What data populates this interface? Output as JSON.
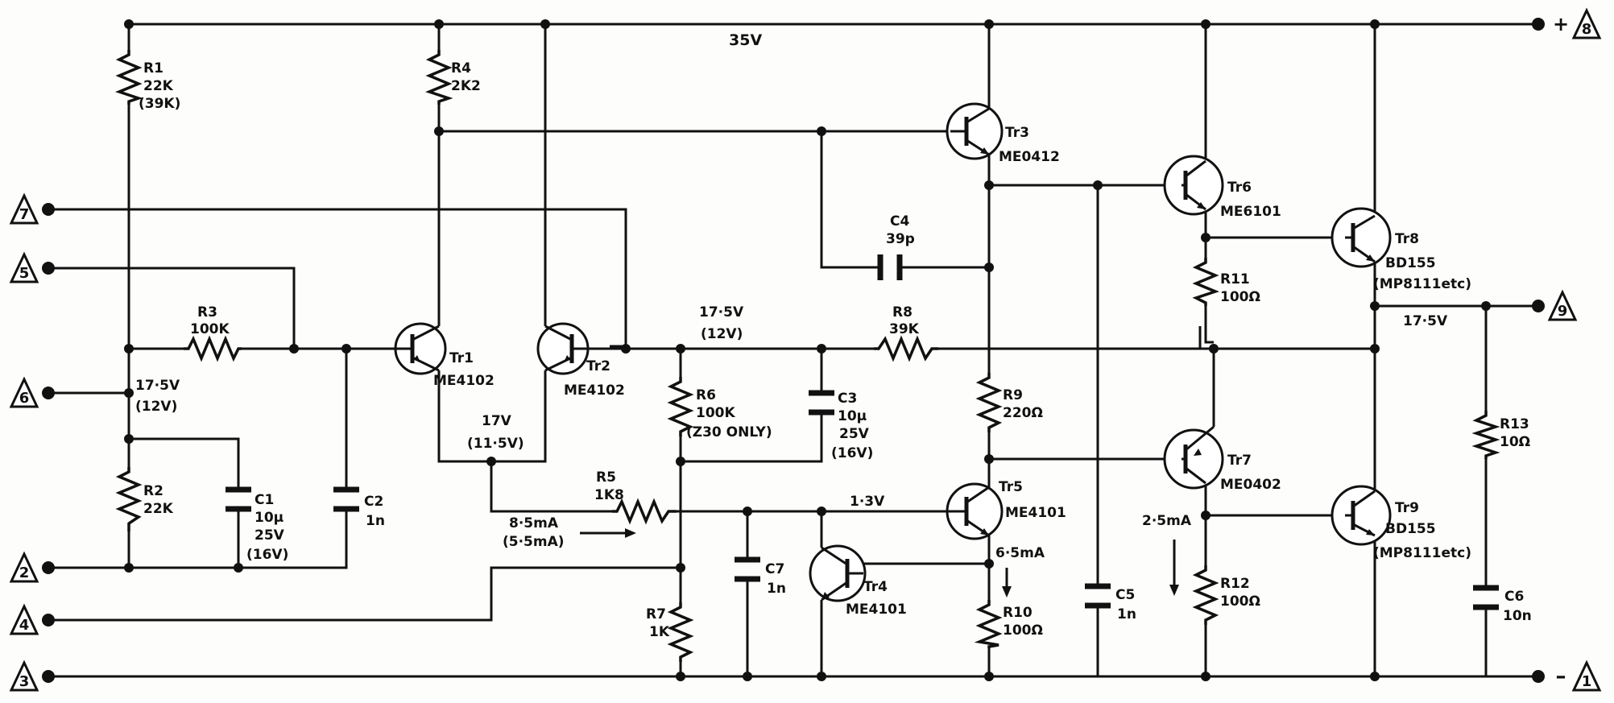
{
  "rail_voltage": "35V",
  "terminals": {
    "t8": {
      "number": "8",
      "sign": "+"
    },
    "t1": {
      "number": "1",
      "sign": "–"
    },
    "t9": {
      "number": "9"
    },
    "t7": {
      "number": "7"
    },
    "t5": {
      "number": "5"
    },
    "t6": {
      "number": "6"
    },
    "t2": {
      "number": "2"
    },
    "t4": {
      "number": "4"
    },
    "t3": {
      "number": "3"
    }
  },
  "resistors": {
    "R1": {
      "name": "R1",
      "value": "22K",
      "alt": "(39K)"
    },
    "R2": {
      "name": "R2",
      "value": "22K"
    },
    "R3": {
      "name": "R3",
      "value": "100K"
    },
    "R4": {
      "name": "R4",
      "value": "2K2"
    },
    "R5": {
      "name": "R5",
      "value": "1K8"
    },
    "R6": {
      "name": "R6",
      "value": "100K",
      "note": "(Z30 ONLY)"
    },
    "R7": {
      "name": "R7",
      "value": "1K"
    },
    "R8": {
      "name": "R8",
      "value": "39K"
    },
    "R9": {
      "name": "R9",
      "value": "220Ω"
    },
    "R10": {
      "name": "R10",
      "value": "100Ω"
    },
    "R11": {
      "name": "R11",
      "value": "100Ω"
    },
    "R12": {
      "name": "R12",
      "value": "100Ω"
    },
    "R13": {
      "name": "R13",
      "value": "10Ω"
    }
  },
  "capacitors": {
    "C1": {
      "name": "C1",
      "value": "10µ",
      "voltage": "25V",
      "alt": "(16V)"
    },
    "C2": {
      "name": "C2",
      "value": "1n"
    },
    "C3": {
      "name": "C3",
      "value": "10µ",
      "voltage": "25V",
      "alt": "(16V)"
    },
    "C4": {
      "name": "C4",
      "value": "39p"
    },
    "C5": {
      "name": "C5",
      "value": "1n"
    },
    "C6": {
      "name": "C6",
      "value": "10n"
    },
    "C7": {
      "name": "C7",
      "value": "1n"
    }
  },
  "transistors": {
    "Tr1": {
      "name": "Tr1",
      "part": "ME4102"
    },
    "Tr2": {
      "name": "Tr2",
      "part": "ME4102"
    },
    "Tr3": {
      "name": "Tr3",
      "part": "ME0412"
    },
    "Tr4": {
      "name": "Tr4",
      "part": "ME4101"
    },
    "Tr5": {
      "name": "Tr5",
      "part": "ME4101"
    },
    "Tr6": {
      "name": "Tr6",
      "part": "ME6101"
    },
    "Tr7": {
      "name": "Tr7",
      "part": "ME0402"
    },
    "Tr8": {
      "name": "Tr8",
      "part": "BD155",
      "alt": "(MP8111etc)"
    },
    "Tr9": {
      "name": "Tr9",
      "part": "BD155",
      "alt": "(MP8111etc)"
    }
  },
  "annotations": {
    "v_bias": "17·5V",
    "v_bias_alt": "(12V)",
    "v_tail": "17V",
    "v_tail_alt": "(11·5V)",
    "v_mid": "17·5V",
    "v_mid_alt": "(12V)",
    "v_out": "17·5V",
    "v_tr5": "1·3V",
    "i_r5": "8·5mA",
    "i_r5_alt": "(5·5mA)",
    "i_tr5": "6·5mA",
    "i_tr7": "2·5mA"
  }
}
